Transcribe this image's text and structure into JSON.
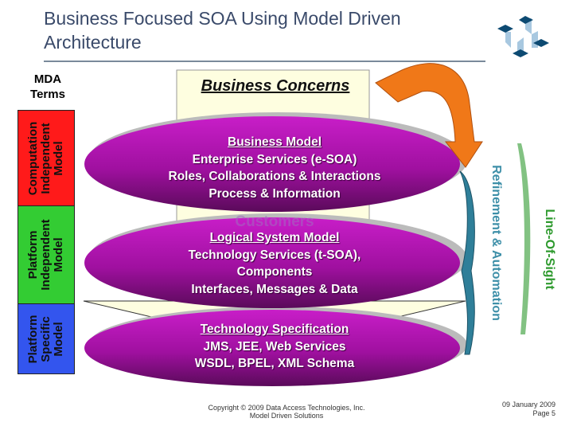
{
  "title": "Business Focused SOA Using Model Driven Architecture",
  "mda_terms_label": "MDA Terms",
  "terms": [
    {
      "label": "Computation\nIndependent\nModel",
      "color": "#ff1a1a"
    },
    {
      "label": "Platform\nIndependent\nModel",
      "color": "#33cc33"
    },
    {
      "label": "Platform\nSpecific\nModel",
      "color": "#3355ee"
    }
  ],
  "business_concerns": "Business Concerns",
  "faint_label": "Customers",
  "layers": [
    {
      "heading": "Business Model",
      "lines": [
        "Enterprise Services (e-SOA)",
        "Roles, Collaborations & Interactions",
        "Process & Information"
      ]
    },
    {
      "heading": "Logical System Model",
      "lines": [
        "Technology Services (t-SOA),",
        "Components",
        "Interfaces, Messages & Data"
      ]
    },
    {
      "heading": "Technology Specification",
      "lines": [
        "JMS, JEE, Web Services",
        "WSDL, BPEL, XML Schema"
      ]
    }
  ],
  "refinement_label": "Refinement & Automation",
  "line_of_sight_label": "Line-Of-Sight",
  "footer": {
    "copyright": "Copyright © 2009 Data Access Technologies, Inc.",
    "subtitle": "Model Driven Solutions",
    "date": "09 January 2009",
    "page": "Page 5"
  },
  "colors": {
    "ellipse": "#b010b0",
    "arrow_orange": "#f07818",
    "arrow_teal": "#2f7f99",
    "concerns_bg": "#fefee0"
  }
}
